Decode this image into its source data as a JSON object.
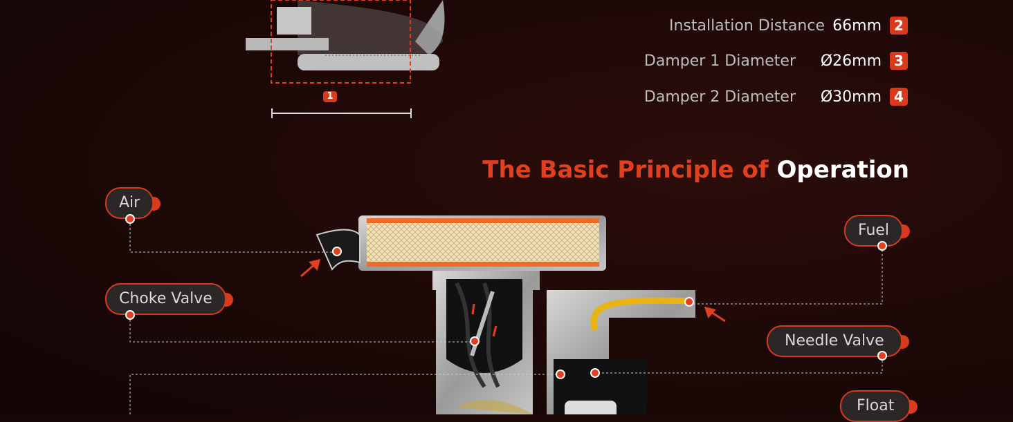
{
  "specs": [
    {
      "label": "Installation Distance",
      "value": "66mm",
      "badge": "2"
    },
    {
      "label": "Damper 1 Diameter",
      "value": "Ø26mm",
      "badge": "3"
    },
    {
      "label": "Damper 2 Diameter",
      "value": "Ø30mm",
      "badge": "4"
    }
  ],
  "dimension_badge": "1",
  "title": {
    "part1": "The Basic Principle of ",
    "part2": "Operation"
  },
  "labels": {
    "air": "Air",
    "choke": "Choke Valve",
    "fuel": "Fuel",
    "needle": "Needle Valve",
    "float": "Float"
  },
  "colors": {
    "accent": "#d9391c",
    "background": "#1c0807"
  }
}
